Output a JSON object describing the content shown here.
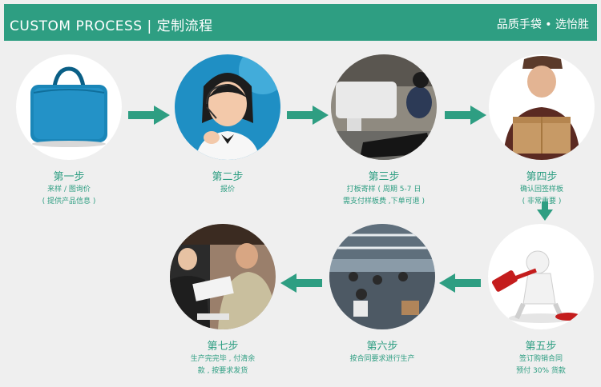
{
  "header": {
    "title": "CUSTOM PROCESS | 定制流程",
    "tagline": "品质手袋 • 选怡胜"
  },
  "colors": {
    "accent": "#2e9e82"
  },
  "steps": [
    {
      "title": "第一步",
      "line1": "来样 / 图询价",
      "line2": "( 提供产品信息 )",
      "icon": "laptop-bag-photo"
    },
    {
      "title": "第二步",
      "line1": "报价",
      "line2": "",
      "icon": "customer-service-photo"
    },
    {
      "title": "第三步",
      "line1": "打板寄样 ( 周期 5-7 日",
      "line2": "需支付样板费 ,下单可退 )",
      "icon": "sewing-machine-photo"
    },
    {
      "title": "第四步",
      "line1": "确认回签样板",
      "line2": "( 非常重要 )",
      "icon": "delivery-box-photo"
    },
    {
      "title": "第五步",
      "line1": "签订购销合同",
      "line2": "预付 30% 货款",
      "icon": "gavel-contract-photo"
    },
    {
      "title": "第六步",
      "line1": "按合同要求进行生产",
      "line2": "",
      "icon": "factory-floor-photo"
    },
    {
      "title": "第七步",
      "line1": "生产完完毕 , 付清余",
      "line2": "款 , 按要求发货",
      "icon": "handover-photo"
    }
  ]
}
